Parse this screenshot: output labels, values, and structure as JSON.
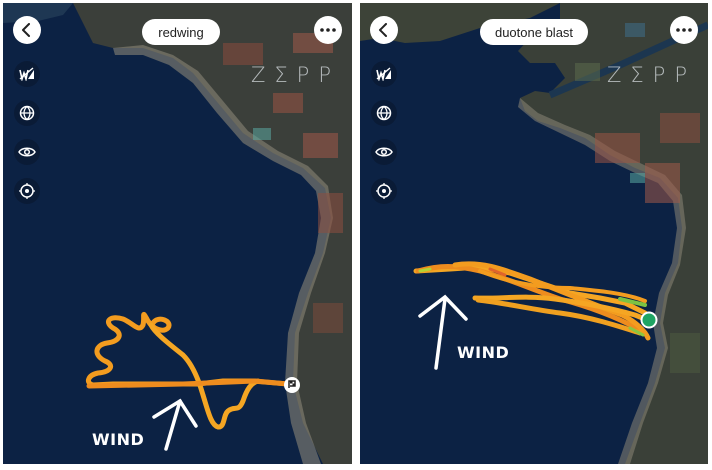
{
  "panels": [
    {
      "title": "redwing",
      "brand": "ZΣPP",
      "annotation": "WIND",
      "controls": {
        "back_icon": "chevron-left-icon",
        "more_icon": "ellipsis-icon",
        "tools": [
          "speed-filter-icon",
          "globe-icon",
          "eye-icon",
          "locate-icon"
        ]
      },
      "end_marker": "finish-flag-icon",
      "track_color": "#f39c1f"
    },
    {
      "title": "duotone blast",
      "brand": "ZΣPP",
      "annotation": "WIND",
      "controls": {
        "back_icon": "chevron-left-icon",
        "more_icon": "ellipsis-icon",
        "tools": [
          "speed-filter-icon",
          "globe-icon",
          "eye-icon",
          "locate-icon"
        ]
      },
      "end_marker": "start-point-green-icon",
      "track_color": "#f5a623",
      "marker_color": "#1fa463"
    }
  ],
  "colors": {
    "water": "#0c2244",
    "track_orange": "#f39c1f",
    "track_deep": "#e8731c",
    "track_green": "#7cc242",
    "marker_green": "#1fa463"
  }
}
